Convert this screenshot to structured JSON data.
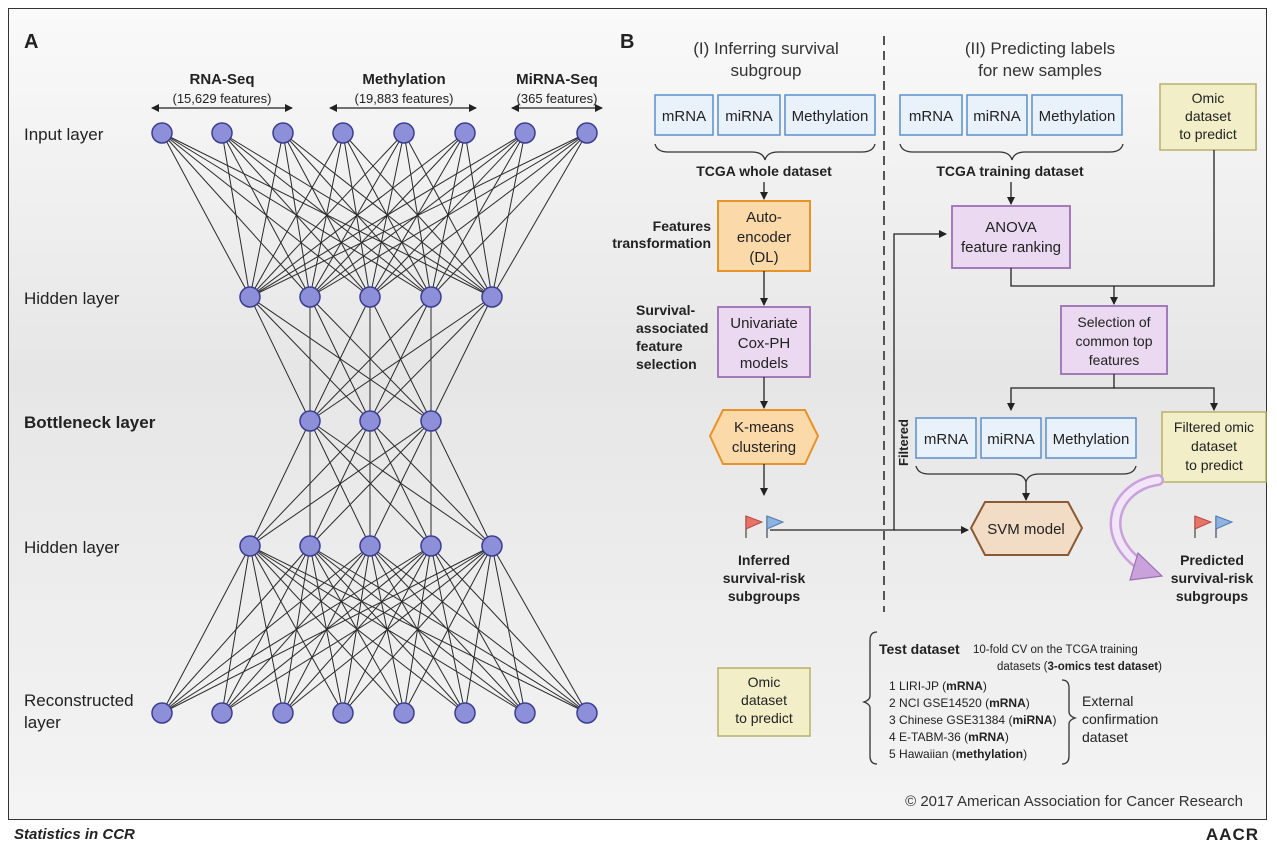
{
  "panel_a": {
    "letter": "A",
    "groups": [
      {
        "name": "RNA-Seq",
        "features": "(15,629 features)"
      },
      {
        "name": "Methylation",
        "features": "(19,883 features)"
      },
      {
        "name": "MiRNA-Seq",
        "features": "(365 features)"
      }
    ],
    "layers": [
      "Input layer",
      "Hidden layer",
      "Bottleneck layer",
      "Hidden layer",
      "Reconstructed",
      "layer"
    ]
  },
  "panel_b": {
    "letter": "B",
    "section1_title": [
      "(I) Inferring survival",
      "subgroup"
    ],
    "section2_title": [
      "(II) Predicting labels",
      "for new samples"
    ],
    "omics": [
      "mRNA",
      "miRNA",
      "Methylation"
    ],
    "tcga_whole": "TCGA whole dataset",
    "tcga_training": "TCGA training dataset",
    "feat_transform": [
      "Features",
      "transformation"
    ],
    "autoencoder": [
      "Auto-",
      "encoder",
      "(DL)"
    ],
    "survival_selection": [
      "Survival-",
      "associated",
      "feature",
      "selection"
    ],
    "cox": [
      "Univariate",
      "Cox-PH",
      "models"
    ],
    "kmeans": [
      "K-means",
      "clustering"
    ],
    "inferred": [
      "Inferred",
      "survival-risk",
      "subgroups"
    ],
    "omic_predict": [
      "Omic",
      "dataset",
      "to predict"
    ],
    "anova": [
      "ANOVA",
      "feature ranking"
    ],
    "selection": [
      "Selection of",
      "common top",
      "features"
    ],
    "filtered_label": "Filtered",
    "filtered_omic": [
      "Filtered omic",
      "dataset",
      "to predict"
    ],
    "svm": "SVM model",
    "predicted": [
      "Predicted",
      "survival-risk",
      "subgroups"
    ],
    "omic_predict_bottom": [
      "Omic",
      "dataset",
      "to predict"
    ],
    "test_dataset": {
      "label": "Test dataset",
      "desc1": "10-fold CV on the TCGA training",
      "desc2_prefix": "datasets (",
      "desc2_bold": "3-omics test dataset",
      "desc2_suffix": ")",
      "items": [
        {
          "num": "1",
          "name": "LIRI-JP",
          "type": "mRNA"
        },
        {
          "num": "2",
          "name": "NCI GSE14520",
          "type": "mRNA"
        },
        {
          "num": "3",
          "name": "Chinese GSE31384",
          "type": "miRNA"
        },
        {
          "num": "4",
          "name": "E-TABM-36",
          "type": "mRNA"
        },
        {
          "num": "5",
          "name": "Hawaiian",
          "type": "methylation"
        }
      ],
      "external": [
        "External",
        "confirmation",
        "dataset"
      ]
    },
    "copyright": "© 2017 American Association for Cancer Research"
  },
  "footer": {
    "left": "Statistics in CCR",
    "right": "AACR"
  },
  "colors": {
    "node_fill": "#8d8fd9",
    "node_stroke": "#3b3d8f",
    "omic_box_fill": "#e9f1fb",
    "omic_box_stroke": "#5b8fc9",
    "orange_fill": "#fcd9a8",
    "orange_stroke": "#e8932a",
    "purple_fill": "#ead9f0",
    "purple_stroke": "#9c6fb4",
    "yellow_fill": "#f2efc8",
    "yellow_stroke": "#b8b06a",
    "svm_fill": "#f3dcc6",
    "svm_stroke": "#8a5a32",
    "flag_red": "#e8736a",
    "flag_blue": "#8fb3e0"
  }
}
